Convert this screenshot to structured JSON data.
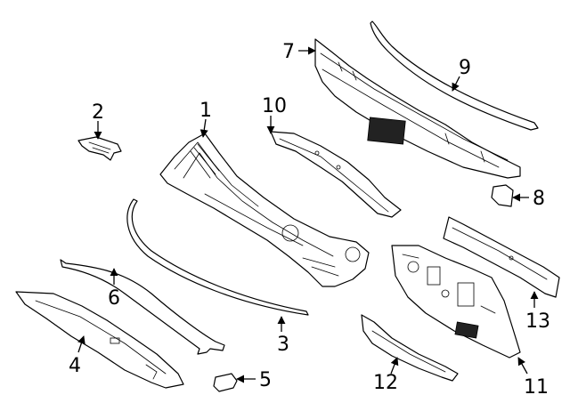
{
  "callouts": [
    {
      "id": "1",
      "label": "1"
    },
    {
      "id": "2",
      "label": "2"
    },
    {
      "id": "3",
      "label": "3"
    },
    {
      "id": "4",
      "label": "4"
    },
    {
      "id": "5",
      "label": "5"
    },
    {
      "id": "6",
      "label": "6"
    },
    {
      "id": "7",
      "label": "7"
    },
    {
      "id": "8",
      "label": "8"
    },
    {
      "id": "9",
      "label": "9"
    },
    {
      "id": "10",
      "label": "10"
    },
    {
      "id": "11",
      "label": "11"
    },
    {
      "id": "12",
      "label": "12"
    },
    {
      "id": "13",
      "label": "13"
    }
  ],
  "colors": {
    "line": "#000000",
    "fill": "#ffffff"
  }
}
